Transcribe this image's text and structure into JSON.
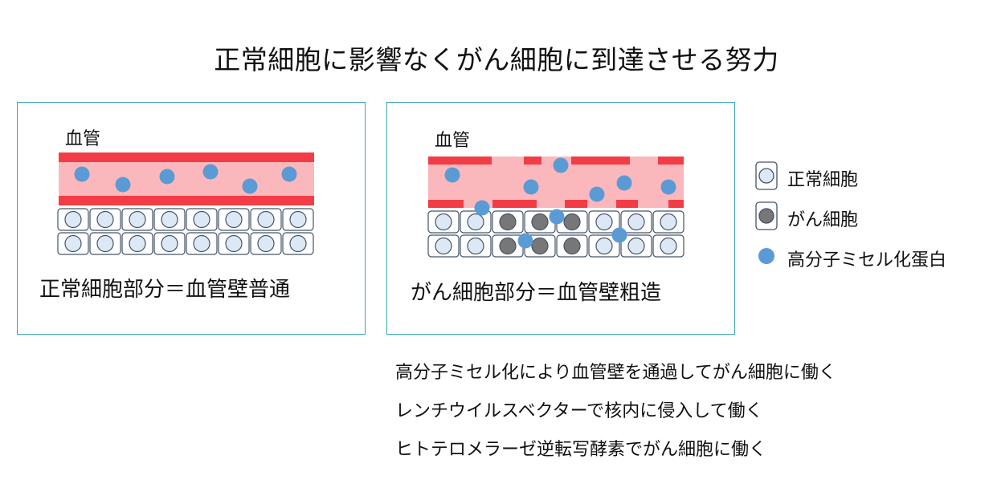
{
  "title": "正常細胞に影響なくがん細胞に到達させる努力",
  "panels": [
    {
      "vessel_label": "血管",
      "caption": "正常細胞部分＝血管壁普通"
    },
    {
      "vessel_label": "血管",
      "caption": "がん細胞部分＝血管壁粗造"
    }
  ],
  "legend": [
    {
      "label": "正常細胞",
      "icon": "normal-cell-icon"
    },
    {
      "label": "がん細胞",
      "icon": "cancer-cell-icon"
    },
    {
      "label": "高分子ミセル化蛋白",
      "icon": "micelle-protein-icon"
    }
  ],
  "notes": [
    "高分子ミセル化により血管壁を通過してがん細胞に働く",
    "レンチウイルスベクターで核内に侵入して働く",
    "ヒトテロメラーゼ逆転写酵素でがん細胞に働く"
  ],
  "colors": {
    "vessel_wall": "#f23c46",
    "vessel_lumen": "#fbb8bc",
    "micelle": "#5b9bd5",
    "normal_nucleus": "#dce9f5",
    "cancer_nucleus": "#777777",
    "cell_border": "#44546a",
    "panel_border": "#3aa5b8"
  }
}
